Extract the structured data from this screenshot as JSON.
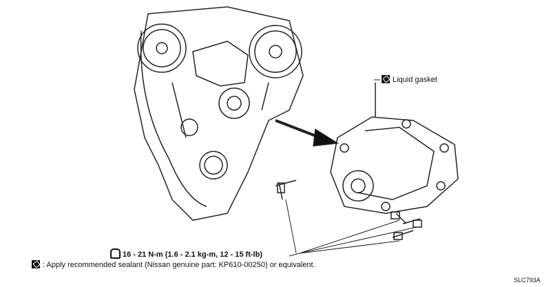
{
  "labels": {
    "liquid_gasket": "Liquid gasket",
    "torque_spec": "16 - 21 N-m (1.6 - 2.1 kg-m, 12 - 15 ft-lb)",
    "sealant_note": ": Apply recommended sealant (Nissan genuine part: KP610-00250) or equivalent.",
    "figure_code": "SLC793A"
  },
  "icons": {
    "gasket": "liquid-gasket-icon",
    "torque": "torque-wrench-icon"
  }
}
